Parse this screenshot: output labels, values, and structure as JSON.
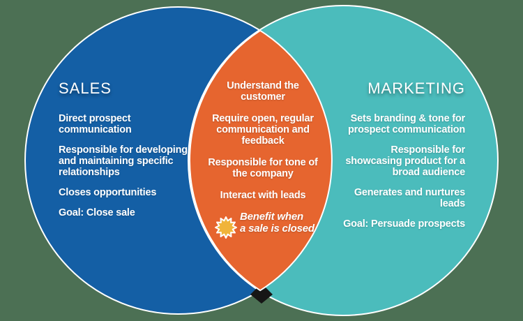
{
  "background_color": "#4c7054",
  "outline_color": "#ffffff",
  "diagram": {
    "type": "venn",
    "left": {
      "title": "SALES",
      "fill": "#145fa5",
      "items": [
        {
          "lines": [
            "Direct prospect",
            "communication"
          ]
        },
        {
          "lines": [
            "Responsible for developing",
            "and maintaining specific",
            "relationships"
          ]
        },
        {
          "lines": [
            "Closes opportunities"
          ]
        },
        {
          "lines": [
            "Goal: Close sale"
          ]
        }
      ]
    },
    "overlap": {
      "fill": "#e6652f",
      "items": [
        {
          "lines": [
            "Understand the",
            "customer"
          ]
        },
        {
          "lines": [
            "Require open, regular",
            "communication and",
            "feedback"
          ]
        },
        {
          "lines": [
            "Responsible for tone of",
            "the company"
          ]
        },
        {
          "lines": [
            "Interact with leads"
          ]
        }
      ],
      "benefit": {
        "icon": "starburst-icon",
        "icon_color": "#f0b43a",
        "lines": [
          "Benefit when",
          "a sale is closed"
        ]
      }
    },
    "right": {
      "title": "MARKETING",
      "fill": "#4bbcbc",
      "items": [
        {
          "lines": [
            "Sets branding & tone for",
            "prospect communication"
          ]
        },
        {
          "lines": [
            "Responsible for",
            "showcasing product for a",
            "broad audience"
          ]
        },
        {
          "lines": [
            "Generates and nurtures",
            "leads"
          ]
        },
        {
          "lines": [
            "Goal: Persuade prospects"
          ]
        }
      ]
    }
  }
}
